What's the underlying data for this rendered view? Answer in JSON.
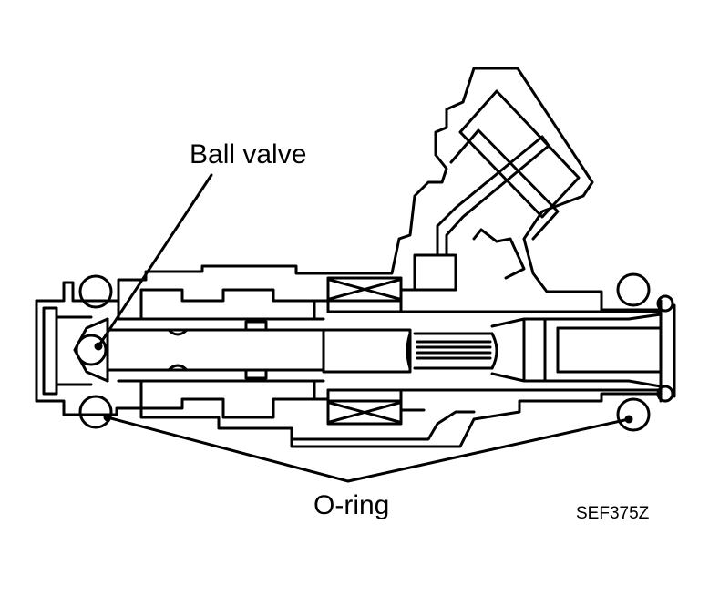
{
  "labels": {
    "ball_valve": "Ball valve",
    "o_ring": "O-ring",
    "figure_code": "SEF375Z"
  },
  "colors": {
    "line": "#000000",
    "background": "#ffffff"
  }
}
